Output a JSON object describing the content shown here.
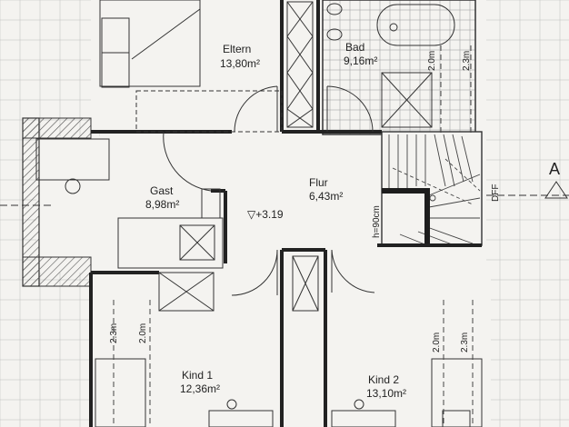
{
  "rooms": {
    "eltern": {
      "name": "Eltern",
      "area": "13,80m²"
    },
    "bad": {
      "name": "Bad",
      "area": "9,16m²"
    },
    "gast": {
      "name": "Gast",
      "area": "8,98m²"
    },
    "flur": {
      "name": "Flur",
      "area": "6,43m²"
    },
    "kind1": {
      "name": "Kind 1",
      "area": "12,36m²"
    },
    "kind2": {
      "name": "Kind 2",
      "area": "13,10m²"
    }
  },
  "annotations": {
    "level": "▽+3.19",
    "stair_height": "h=90cm",
    "dim_2_0": "2.0m",
    "dim_2_3": "2.3m",
    "section_mark": "A",
    "dff": "DFF"
  },
  "colors": {
    "wall": "#2a2a2a",
    "hatch": "#555555",
    "line": "#3a3a3a",
    "tile": "#9a9a9a",
    "paper": "#f4f3f0"
  }
}
